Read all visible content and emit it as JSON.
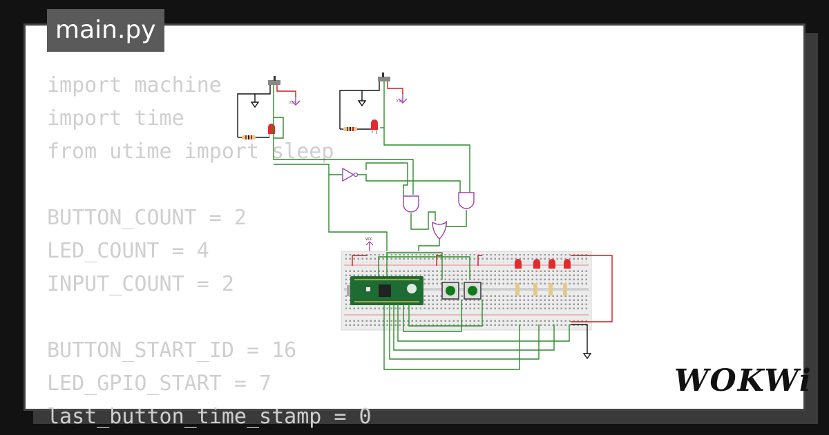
{
  "file_tab": {
    "label": "main.py"
  },
  "code": {
    "lines": [
      "import machine",
      "import time",
      "from utime import sleep",
      "",
      "BUTTON_COUNT = 2",
      "LED_COUNT = 4",
      "INPUT_COUNT = 2",
      "",
      "BUTTON_START_ID = 16",
      "LED_GPIO_START = 7",
      "last_button_time_stamp = 0"
    ]
  },
  "circuit": {
    "power_labels": [
      "VCC",
      "VCC",
      "VCC"
    ],
    "colors": {
      "wire_green": "#2a8a2a",
      "wire_red": "#d11a1a",
      "wire_black": "#111111",
      "gate_purple": "#a040b0",
      "led_red": "#e32b2b",
      "board_green": "#1f6b34",
      "breadboard": "#ececec"
    }
  },
  "brand": {
    "logo": "WOKWi"
  }
}
